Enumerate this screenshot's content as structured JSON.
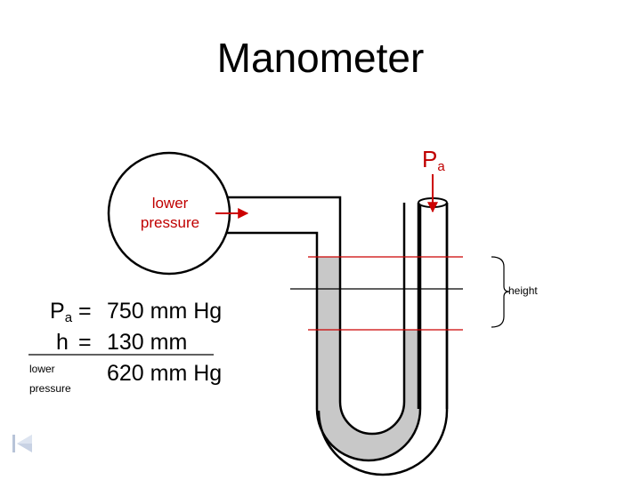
{
  "title": "Manometer",
  "pa_label": {
    "main": "P",
    "sub": "a"
  },
  "bulb_label": {
    "line1": "lower",
    "line2": "pressure"
  },
  "height_label": "height",
  "equation": {
    "row1": {
      "symbol_main": "P",
      "symbol_sub": "a",
      "op": "=",
      "value": "750 mm Hg"
    },
    "row2": {
      "symbol": "h",
      "op": "=",
      "value": "130 mm"
    },
    "row3": {
      "label_line1": "lower",
      "label_line2": "pressure",
      "value": "620 mm Hg"
    }
  },
  "colors": {
    "arrow": "#cc0000",
    "mercury": "#c8c8c8",
    "outline": "#000000",
    "guide_line": "#cc0000"
  }
}
